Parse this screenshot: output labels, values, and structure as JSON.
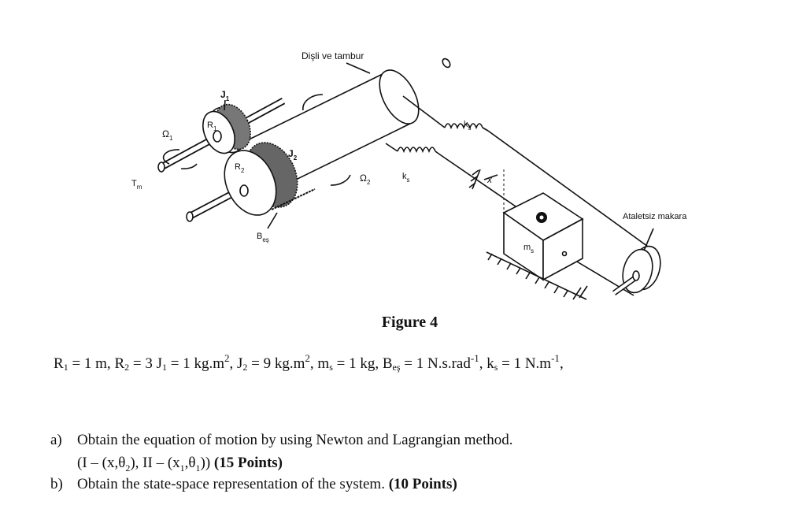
{
  "figure": {
    "labels": {
      "gear_drum": "Dişli ve tambur",
      "J1": "J",
      "J1_sub": "1",
      "J2": "J",
      "J2_sub": "2",
      "R1": "R",
      "R1_sub": "1",
      "R2": "R",
      "R2_sub": "2",
      "Omega1": "Ω",
      "Omega1_sub": "1",
      "Omega2": "Ω",
      "Omega2_sub": "2",
      "Tm": "T",
      "Tm_sub": "m",
      "Bes": "B",
      "Bes_sub": "eş",
      "ks_upper": "k",
      "ks_upper_sub": "s",
      "ks_lower": "k",
      "ks_lower_sub": "s",
      "x": "x",
      "ms": "m",
      "ms_sub": "s",
      "pulley": "Ataletsiz makara"
    },
    "caption": "Figure 4"
  },
  "params": {
    "R1": "R",
    "R1_sub": "1",
    "R1_val": " = 1 m, ",
    "R2": "R",
    "R2_sub": "2",
    "R2_val": " = 3  ",
    "J1": "J",
    "J1_sub": "1",
    "J1_val": " = 1 kg.m",
    "J1_exp": "2",
    "J2": "J",
    "J2_sub": "2",
    "J2_val": " = 9 kg.m",
    "J2_exp": "2",
    "ms": "m",
    "ms_sub": "s",
    "ms_val": " = 1 kg,  ",
    "Bes": "B",
    "Bes_sub": "eş",
    "Bes_val": " = 1 N.s.rad",
    "Bes_exp": "-1",
    "ks": "k",
    "ks_sub": "s",
    "ks_val": " = 1 N.m",
    "ks_exp": "-1"
  },
  "questions": {
    "a_letter": "a)",
    "a_text": "Obtain the equation of motion by using Newton and Lagrangian method.",
    "a_line2": "(I – (x,θ",
    "a_line2_sub1": "2",
    "a_line2_mid": "), II – (x",
    "a_line2_sub2": "1",
    "a_line2_mid2": ",θ",
    "a_line2_sub3": "1",
    "a_line2_end": "))  ",
    "a_points": "(15 Points)",
    "b_letter": "b)",
    "b_text": "Obtain the state-space representation of the system. ",
    "b_points": "(10 Points)"
  }
}
